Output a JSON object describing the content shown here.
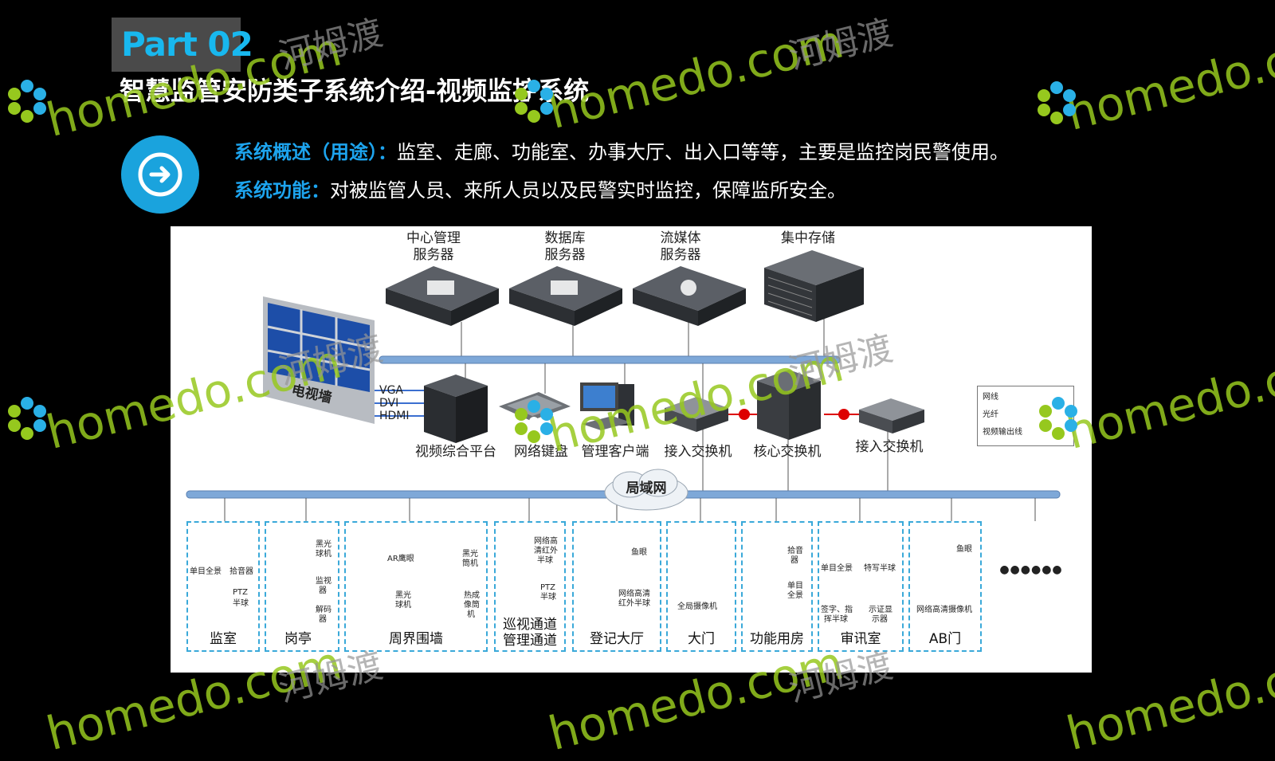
{
  "header": {
    "part_tag": "Part 02",
    "title": "智慧监管安防类子系统介绍-视频监控系统"
  },
  "description": {
    "line1_key": "系统概述（用途）：",
    "line1_text": "监室、走廊、功能室、办事大厅、出入口等等，主要是监控岗民警使用。",
    "line2_key": "系统功能：",
    "line2_text": "对被监管人员、来所人员以及民警实时监控，保障监所安全。"
  },
  "diagram": {
    "servers": [
      {
        "label_line1": "中心管理",
        "label_line2": "服务器"
      },
      {
        "label_line1": "数据库",
        "label_line2": "服务器"
      },
      {
        "label_line1": "流媒体",
        "label_line2": "服务器"
      }
    ],
    "storage_label": "集中存储",
    "tv_wall_label": "电视墙",
    "video_ports": [
      "VGA",
      "DVI",
      "HDMI"
    ],
    "devices": [
      "视频综合平台",
      "网络键盘",
      "管理客户端",
      "接入交换机",
      "核心交换机",
      "接入交换机"
    ],
    "lan_label": "局域网",
    "legend": [
      "网线",
      "光纤",
      "视频输出线"
    ],
    "rooms": [
      {
        "name": "监室",
        "items": [
          "单目全景",
          "拾音器",
          "PTZ",
          "半球"
        ]
      },
      {
        "name": "岗亭",
        "items": [
          "黑光",
          "球机",
          "监视",
          "器",
          "解码",
          "器"
        ]
      },
      {
        "name": "周界围墙",
        "items": [
          "AR鹰眼",
          "黑光",
          "筒机",
          "黑光",
          "球机",
          "热成",
          "像筒",
          "机"
        ]
      },
      {
        "name": "巡视通道",
        "name2": "管理通道",
        "items": [
          "网络高",
          "清红外",
          "半球",
          "PTZ",
          "半球"
        ]
      },
      {
        "name": "登记大厅",
        "items": [
          "鱼眼",
          "网络高清",
          "红外半球"
        ]
      },
      {
        "name": "大门",
        "items": [
          "全局摄像机"
        ]
      },
      {
        "name": "功能用房",
        "items": [
          "拾音",
          "器",
          "单目",
          "全景"
        ]
      },
      {
        "name": "审讯室",
        "items": [
          "单目全景",
          "特写半球",
          "签字、指",
          "挥半球",
          "示证显",
          "示器"
        ]
      },
      {
        "name": "AB门",
        "items": [
          "鱼眼",
          "网络高清摄像机"
        ]
      }
    ],
    "ellipsis": "●●●●●●"
  },
  "watermark": {
    "domain": "homedo.com",
    "cn": "河姆渡"
  },
  "colors": {
    "accent_blue": "#1da4ee",
    "dash_blue": "#3aa9d9",
    "bus_blue": "#7ea8d8",
    "bg": "#000000"
  }
}
